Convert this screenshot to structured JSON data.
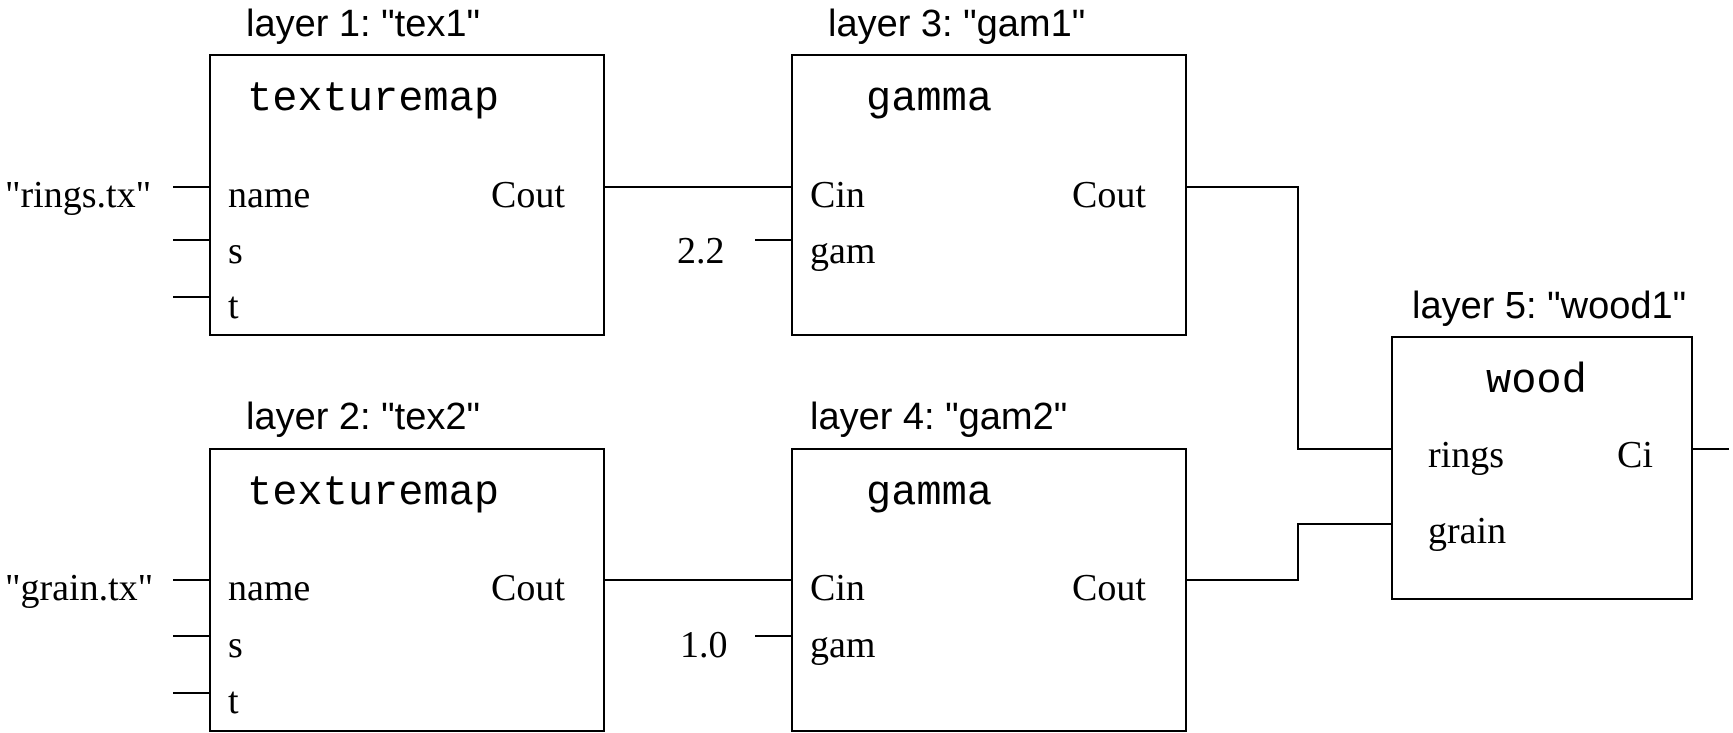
{
  "layers": [
    {
      "title": "layer 1: \"tex1\"",
      "shader": "texturemap",
      "inputs": [
        "name",
        "s",
        "t"
      ],
      "output": "Cout"
    },
    {
      "title": "layer 2: \"tex2\"",
      "shader": "texturemap",
      "inputs": [
        "name",
        "s",
        "t"
      ],
      "output": "Cout"
    },
    {
      "title": "layer 3: \"gam1\"",
      "shader": "gamma",
      "inputs": [
        "Cin",
        "gam"
      ],
      "output": "Cout"
    },
    {
      "title": "layer 4: \"gam2\"",
      "shader": "gamma",
      "inputs": [
        "Cin",
        "gam"
      ],
      "output": "Cout"
    },
    {
      "title": "layer 5: \"wood1\"",
      "shader": "wood",
      "inputs": [
        "rings",
        "grain"
      ],
      "output": "Ci"
    }
  ],
  "inputs": {
    "rings_file": "\"rings.tx\"",
    "grain_file": "\"grain.tx\"",
    "gam1_value": "2.2",
    "gam2_value": "1.0"
  }
}
